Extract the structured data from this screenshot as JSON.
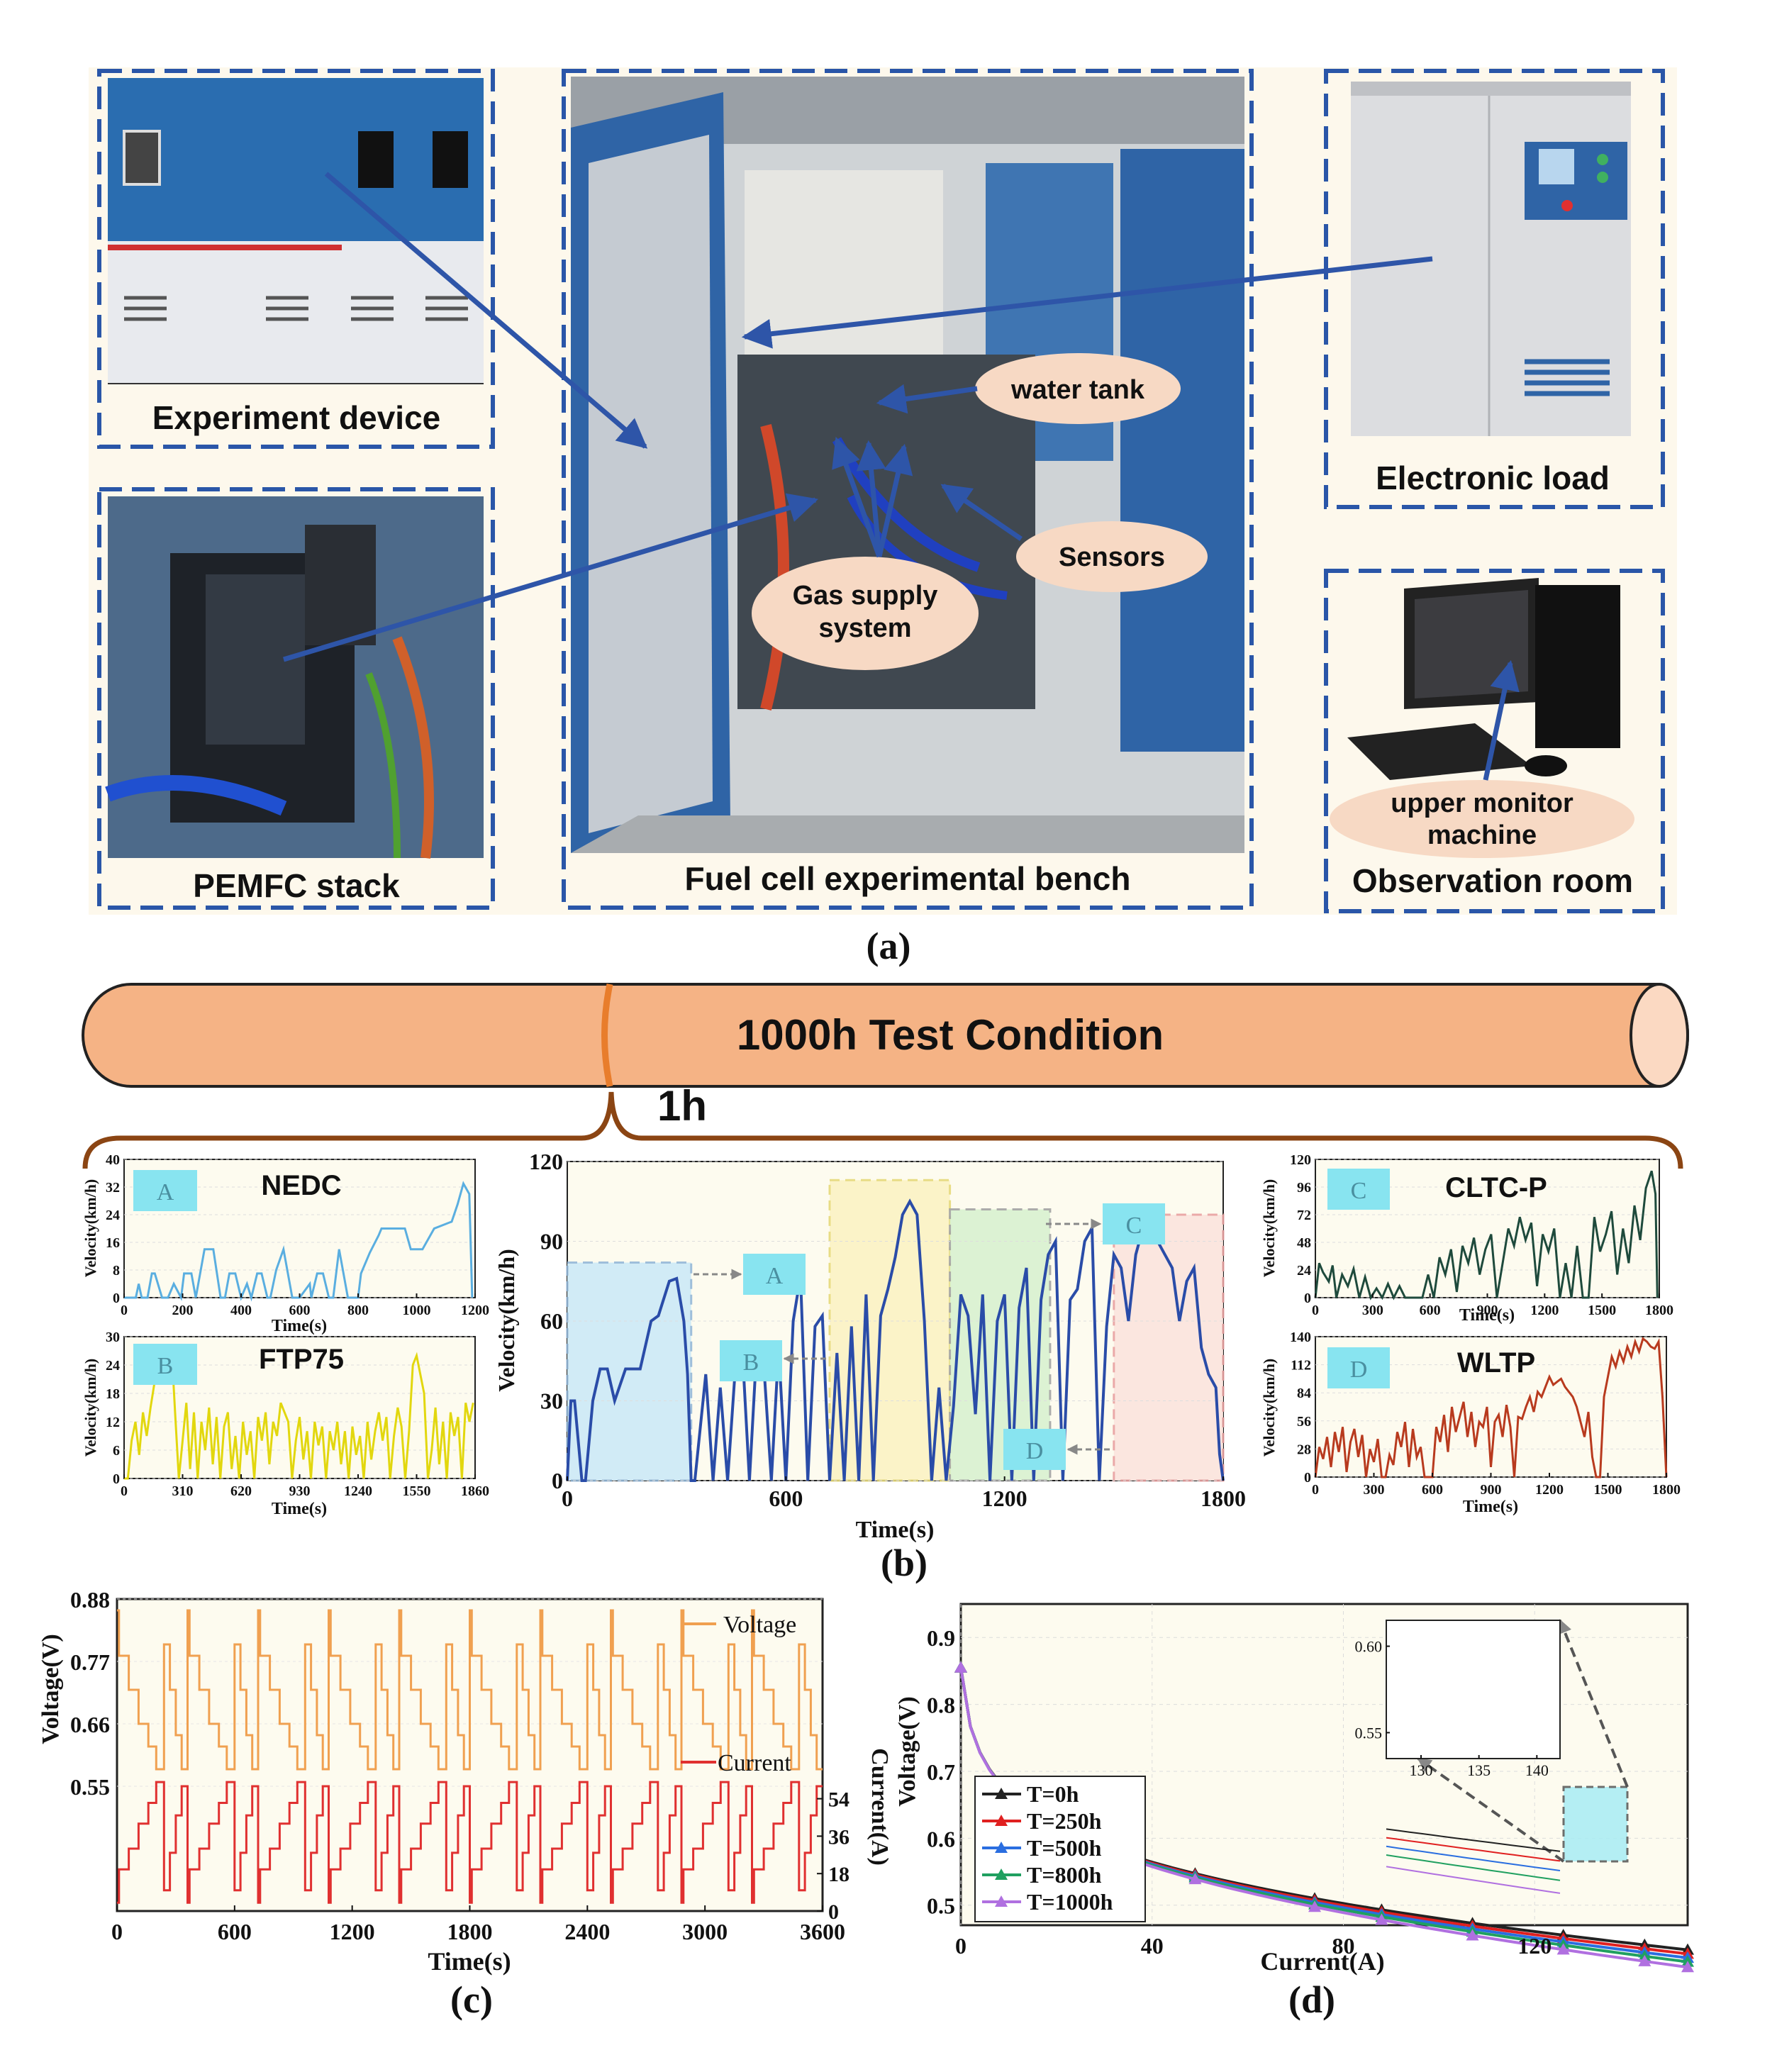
{
  "panel_a": {
    "caption": "(a)",
    "labels": {
      "experiment_device": "Experiment device",
      "pemfc_stack": "PEMFC stack",
      "bench": "Fuel cell experimental bench",
      "electronic_load": "Electronic load",
      "observation_room": "Observation room",
      "water_tank": "water tank",
      "sensors": "Sensors",
      "gas_supply_1": "Gas supply",
      "gas_supply_2": "system",
      "upper_monitor_1": "upper monitor",
      "upper_monitor_2": "machine"
    },
    "colors": {
      "frame": "#2a56a8",
      "arrow": "#2e55a8",
      "bubble": "#f7d9c4",
      "bg": "#fdf8ec"
    }
  },
  "timeline": {
    "title": "1000h Test Condition",
    "sub": "1h",
    "colors": {
      "tube": "#f5b385",
      "tube_end": "#fbd9c2",
      "marker": "#e87d2c",
      "brace": "#8b4513"
    }
  },
  "panel_b": {
    "caption": "(b)",
    "segment_tags": [
      "A",
      "B",
      "C",
      "D"
    ]
  },
  "panel_c": {
    "caption": "(c)"
  },
  "panel_d": {
    "caption": "(d)"
  },
  "chart_data": [
    {
      "id": "nedc",
      "type": "line",
      "title": "NEDC",
      "tag": "A",
      "xlabel": "Time(s)",
      "ylabel": "Velocity(km/h)",
      "xlim": [
        0,
        1200
      ],
      "ylim": [
        0,
        40
      ],
      "xticks": [
        0,
        200,
        400,
        600,
        800,
        1000,
        1200
      ],
      "yticks": [
        0,
        8,
        16,
        24,
        32,
        40
      ],
      "color": "#5aaee0",
      "x": [
        0,
        40,
        50,
        60,
        80,
        95,
        105,
        130,
        150,
        170,
        195,
        205,
        230,
        245,
        275,
        305,
        330,
        345,
        360,
        380,
        400,
        420,
        435,
        455,
        470,
        490,
        500,
        520,
        545,
        575,
        600,
        635,
        640,
        660,
        680,
        700,
        715,
        735,
        765,
        800,
        810,
        840,
        870,
        880,
        910,
        960,
        980,
        1020,
        1060,
        1120,
        1140,
        1160,
        1180,
        1190
      ],
      "y": [
        0,
        0,
        4,
        0,
        0,
        7,
        7,
        0,
        0,
        4,
        0,
        7,
        7,
        0,
        14,
        14,
        0,
        0,
        7,
        7,
        0,
        4,
        0,
        7,
        7,
        0,
        0,
        8,
        14,
        0,
        0,
        4,
        0,
        7,
        7,
        0,
        0,
        14,
        0,
        0,
        7,
        13,
        18,
        20,
        20,
        20,
        14,
        14,
        20,
        22,
        27,
        33,
        30,
        0
      ]
    },
    {
      "id": "ftp75",
      "type": "line",
      "title": "FTP75",
      "tag": "B",
      "xlabel": "Time(s)",
      "ylabel": "Velocity(km/h)",
      "xlim": [
        0,
        1860
      ],
      "ylim": [
        0,
        30
      ],
      "xticks": [
        0,
        310,
        620,
        930,
        1240,
        1550,
        1860
      ],
      "yticks": [
        0,
        6,
        12,
        18,
        24,
        30
      ],
      "color": "#e2d70e",
      "x": [
        0,
        20,
        40,
        60,
        80,
        100,
        120,
        140,
        160,
        180,
        200,
        220,
        240,
        255,
        270,
        290,
        310,
        330,
        350,
        370,
        390,
        410,
        430,
        450,
        470,
        490,
        510,
        530,
        550,
        570,
        590,
        610,
        630,
        650,
        670,
        690,
        710,
        730,
        750,
        770,
        790,
        810,
        830,
        850,
        870,
        890,
        910,
        930,
        950,
        970,
        990,
        1010,
        1030,
        1050,
        1070,
        1090,
        1110,
        1130,
        1150,
        1170,
        1190,
        1210,
        1230,
        1250,
        1270,
        1290,
        1310,
        1330,
        1350,
        1370,
        1390,
        1410,
        1430,
        1450,
        1470,
        1490,
        1510,
        1530,
        1550,
        1570,
        1590,
        1610,
        1630,
        1650,
        1670,
        1690,
        1710,
        1730,
        1750,
        1770,
        1790,
        1810,
        1830,
        1850
      ],
      "y": [
        0,
        0,
        8,
        12,
        5,
        14,
        9,
        15,
        20,
        24,
        22,
        26,
        20,
        25,
        14,
        0,
        8,
        16,
        2,
        14,
        0,
        12,
        6,
        15,
        3,
        13,
        0,
        11,
        14,
        2,
        9,
        0,
        12,
        5,
        10,
        0,
        13,
        8,
        14,
        3,
        12,
        9,
        16,
        14,
        12,
        0,
        8,
        13,
        4,
        10,
        0,
        12,
        7,
        11,
        0,
        10,
        6,
        12,
        3,
        10,
        0,
        11,
        5,
        9,
        0,
        12,
        4,
        10,
        14,
        8,
        13,
        0,
        9,
        15,
        11,
        0,
        10,
        24,
        26,
        22,
        18,
        0,
        6,
        15,
        3,
        12,
        0,
        14,
        9,
        13,
        0,
        16,
        12,
        16
      ]
    },
    {
      "id": "combined",
      "type": "line",
      "title": "",
      "xlabel": "Time(s)",
      "ylabel": "Velocity(km/h)",
      "xlim": [
        0,
        1800
      ],
      "ylim": [
        0,
        120
      ],
      "xticks": [
        0,
        600,
        1200,
        1800
      ],
      "yticks": [
        0,
        30,
        60,
        90,
        120
      ],
      "color": "#2a4ca8",
      "segments": [
        {
          "name": "A",
          "x0": 0,
          "x1": 340,
          "top": 82,
          "color": "#cdeaf7",
          "border": "#94b8d8"
        },
        {
          "name": "B",
          "x0": 340,
          "x1": 720,
          "top": 0,
          "color": "#ffffff",
          "border": "#ffffff"
        },
        {
          "name": "C-yellow",
          "x0": 720,
          "x1": 1050,
          "top": 113,
          "color": "#fbf3c4",
          "border": "#e6d97a"
        },
        {
          "name": "green",
          "x0": 1050,
          "x1": 1325,
          "top": 102,
          "color": "#d9f2d0",
          "border": "#a4a4a4"
        },
        {
          "name": "red",
          "x0": 1500,
          "x1": 1800,
          "top": 100,
          "color": "#fbe4de",
          "border": "#e9a1a1"
        }
      ],
      "x": [
        0,
        10,
        20,
        40,
        50,
        70,
        90,
        110,
        130,
        160,
        200,
        230,
        250,
        280,
        300,
        320,
        330,
        340,
        350,
        380,
        400,
        420,
        440,
        460,
        480,
        500,
        520,
        540,
        560,
        580,
        600,
        620,
        640,
        660,
        680,
        700,
        720,
        740,
        760,
        780,
        800,
        820,
        840,
        860,
        880,
        900,
        920,
        940,
        960,
        980,
        1000,
        1020,
        1040,
        1060,
        1080,
        1100,
        1120,
        1140,
        1160,
        1180,
        1200,
        1220,
        1240,
        1260,
        1280,
        1300,
        1320,
        1340,
        1360,
        1380,
        1400,
        1420,
        1440,
        1460,
        1480,
        1500,
        1520,
        1540,
        1560,
        1580,
        1600,
        1620,
        1640,
        1660,
        1680,
        1700,
        1720,
        1740,
        1760,
        1780,
        1790,
        1800
      ],
      "y": [
        0,
        30,
        30,
        0,
        0,
        30,
        42,
        42,
        30,
        42,
        42,
        60,
        62,
        75,
        76,
        60,
        40,
        0,
        0,
        40,
        0,
        35,
        0,
        40,
        50,
        0,
        50,
        42,
        0,
        50,
        0,
        60,
        77,
        0,
        58,
        62,
        0,
        48,
        0,
        58,
        0,
        70,
        0,
        62,
        72,
        84,
        100,
        105,
        100,
        60,
        0,
        35,
        0,
        28,
        70,
        62,
        25,
        70,
        0,
        60,
        70,
        0,
        65,
        80,
        0,
        68,
        85,
        90,
        0,
        68,
        72,
        90,
        95,
        0,
        58,
        85,
        80,
        60,
        85,
        95,
        98,
        90,
        85,
        80,
        60,
        75,
        80,
        50,
        40,
        35,
        10,
        0
      ]
    },
    {
      "id": "cltc",
      "type": "line",
      "title": "CLTC-P",
      "tag": "C",
      "xlabel": "Time(s)",
      "ylabel": "Velocity(km/h)",
      "xlim": [
        0,
        1800
      ],
      "ylim": [
        0,
        120
      ],
      "xticks": [
        0,
        300,
        600,
        900,
        1200,
        1500,
        1800
      ],
      "yticks": [
        0,
        24,
        48,
        72,
        96,
        120
      ],
      "color": "#1e4a3c",
      "x": [
        0,
        20,
        40,
        70,
        90,
        110,
        140,
        170,
        200,
        230,
        260,
        290,
        320,
        350,
        380,
        410,
        440,
        470,
        500,
        530,
        560,
        590,
        620,
        650,
        680,
        710,
        740,
        770,
        800,
        830,
        860,
        890,
        920,
        950,
        980,
        1010,
        1040,
        1070,
        1100,
        1130,
        1160,
        1190,
        1220,
        1250,
        1280,
        1310,
        1340,
        1370,
        1400,
        1430,
        1460,
        1490,
        1520,
        1550,
        1580,
        1610,
        1640,
        1670,
        1700,
        1730,
        1760,
        1780,
        1790
      ],
      "y": [
        0,
        30,
        22,
        14,
        28,
        0,
        20,
        10,
        25,
        0,
        18,
        0,
        8,
        0,
        12,
        0,
        10,
        0,
        0,
        0,
        0,
        20,
        0,
        35,
        20,
        42,
        5,
        45,
        30,
        52,
        20,
        42,
        55,
        0,
        30,
        60,
        45,
        70,
        50,
        65,
        10,
        55,
        40,
        60,
        0,
        30,
        0,
        45,
        0,
        0,
        70,
        40,
        55,
        75,
        20,
        60,
        30,
        80,
        50,
        95,
        110,
        90,
        0
      ]
    },
    {
      "id": "wltp",
      "type": "line",
      "title": "WLTP",
      "tag": "D",
      "xlabel": "Time(s)",
      "ylabel": "Velocity(km/h)",
      "xlim": [
        0,
        1800
      ],
      "ylim": [
        0,
        140
      ],
      "xticks": [
        0,
        300,
        600,
        900,
        1200,
        1500,
        1800
      ],
      "yticks": [
        0,
        28,
        56,
        84,
        112,
        140
      ],
      "color": "#b83a1e",
      "x": [
        0,
        20,
        40,
        60,
        80,
        100,
        120,
        140,
        160,
        180,
        200,
        220,
        240,
        260,
        280,
        300,
        320,
        340,
        360,
        380,
        400,
        420,
        440,
        460,
        480,
        500,
        520,
        540,
        560,
        580,
        600,
        620,
        640,
        660,
        680,
        700,
        720,
        740,
        760,
        780,
        800,
        820,
        840,
        860,
        880,
        900,
        920,
        940,
        960,
        980,
        1000,
        1020,
        1040,
        1060,
        1080,
        1100,
        1120,
        1140,
        1160,
        1180,
        1200,
        1220,
        1240,
        1260,
        1280,
        1300,
        1320,
        1340,
        1360,
        1380,
        1400,
        1420,
        1440,
        1460,
        1480,
        1500,
        1520,
        1540,
        1560,
        1580,
        1600,
        1620,
        1640,
        1660,
        1680,
        1700,
        1720,
        1740,
        1760,
        1780,
        1800
      ],
      "y": [
        0,
        30,
        18,
        40,
        10,
        45,
        25,
        50,
        5,
        35,
        48,
        20,
        42,
        0,
        28,
        15,
        38,
        0,
        0,
        22,
        12,
        45,
        30,
        55,
        10,
        48,
        20,
        30,
        0,
        0,
        0,
        50,
        35,
        62,
        25,
        70,
        45,
        60,
        75,
        40,
        65,
        30,
        55,
        50,
        70,
        10,
        55,
        62,
        40,
        72,
        50,
        0,
        60,
        58,
        70,
        80,
        65,
        85,
        80,
        90,
        100,
        92,
        95,
        98,
        90,
        85,
        80,
        70,
        55,
        40,
        65,
        20,
        0,
        0,
        80,
        100,
        120,
        110,
        125,
        115,
        130,
        120,
        135,
        125,
        138,
        135,
        130,
        128,
        135,
        80,
        0
      ]
    },
    {
      "id": "voltage_current",
      "type": "line",
      "title": "",
      "xlabel": "Time(s)",
      "ylabel": "Voltage(V)",
      "y2label": "Current(A)",
      "xlim": [
        0,
        3600
      ],
      "ylim": [
        0.33,
        0.88
      ],
      "y2lim": [
        0,
        150
      ],
      "xticks": [
        0,
        600,
        1200,
        1800,
        2400,
        3000,
        3600
      ],
      "yticks": [
        0.55,
        0.66,
        0.77,
        0.88
      ],
      "y2ticks": [
        0,
        18,
        36,
        54
      ],
      "series": [
        {
          "name": "Voltage",
          "axis": "y",
          "color": "#f0a050"
        },
        {
          "name": "Current",
          "axis": "y2",
          "color": "#e03030"
        }
      ],
      "pattern_period": 360,
      "voltage_pattern": [
        [
          0,
          0.86
        ],
        [
          10,
          0.78
        ],
        [
          60,
          0.72
        ],
        [
          110,
          0.66
        ],
        [
          160,
          0.62
        ],
        [
          200,
          0.58
        ],
        [
          240,
          0.8
        ],
        [
          270,
          0.72
        ],
        [
          300,
          0.64
        ],
        [
          330,
          0.58
        ],
        [
          360,
          0.78
        ]
      ],
      "current_pattern": [
        [
          0,
          4
        ],
        [
          10,
          20
        ],
        [
          60,
          30
        ],
        [
          110,
          42
        ],
        [
          160,
          52
        ],
        [
          200,
          62
        ],
        [
          240,
          10
        ],
        [
          270,
          28
        ],
        [
          300,
          46
        ],
        [
          330,
          60
        ],
        [
          360,
          12
        ]
      ]
    },
    {
      "id": "polarization",
      "type": "line",
      "title": "",
      "xlabel": "Current(A)",
      "ylabel": "Voltage(V)",
      "xlim": [
        0,
        152
      ],
      "ylim": [
        0.47,
        0.95
      ],
      "xticks": [
        0,
        40,
        80,
        120
      ],
      "yticks": [
        0.5,
        0.6,
        0.7,
        0.8,
        0.9
      ],
      "series": [
        {
          "name": "T=0h",
          "color": "#222222",
          "decay": 0.0
        },
        {
          "name": "T=250h",
          "color": "#e02020",
          "decay": 0.006
        },
        {
          "name": "T=500h",
          "color": "#2a6ee0",
          "decay": 0.012
        },
        {
          "name": "T=800h",
          "color": "#20a060",
          "decay": 0.018
        },
        {
          "name": "T=1000h",
          "color": "#b070e0",
          "decay": 0.026
        }
      ],
      "marker_x": [
        0,
        13,
        29,
        49,
        74,
        88,
        107,
        126,
        143,
        152
      ],
      "inset": {
        "xlim": [
          127,
          142
        ],
        "ylim": [
          0.535,
          0.615
        ],
        "xticks": [
          130,
          135,
          140
        ],
        "yticks": [
          0.55,
          0.6
        ]
      }
    }
  ]
}
